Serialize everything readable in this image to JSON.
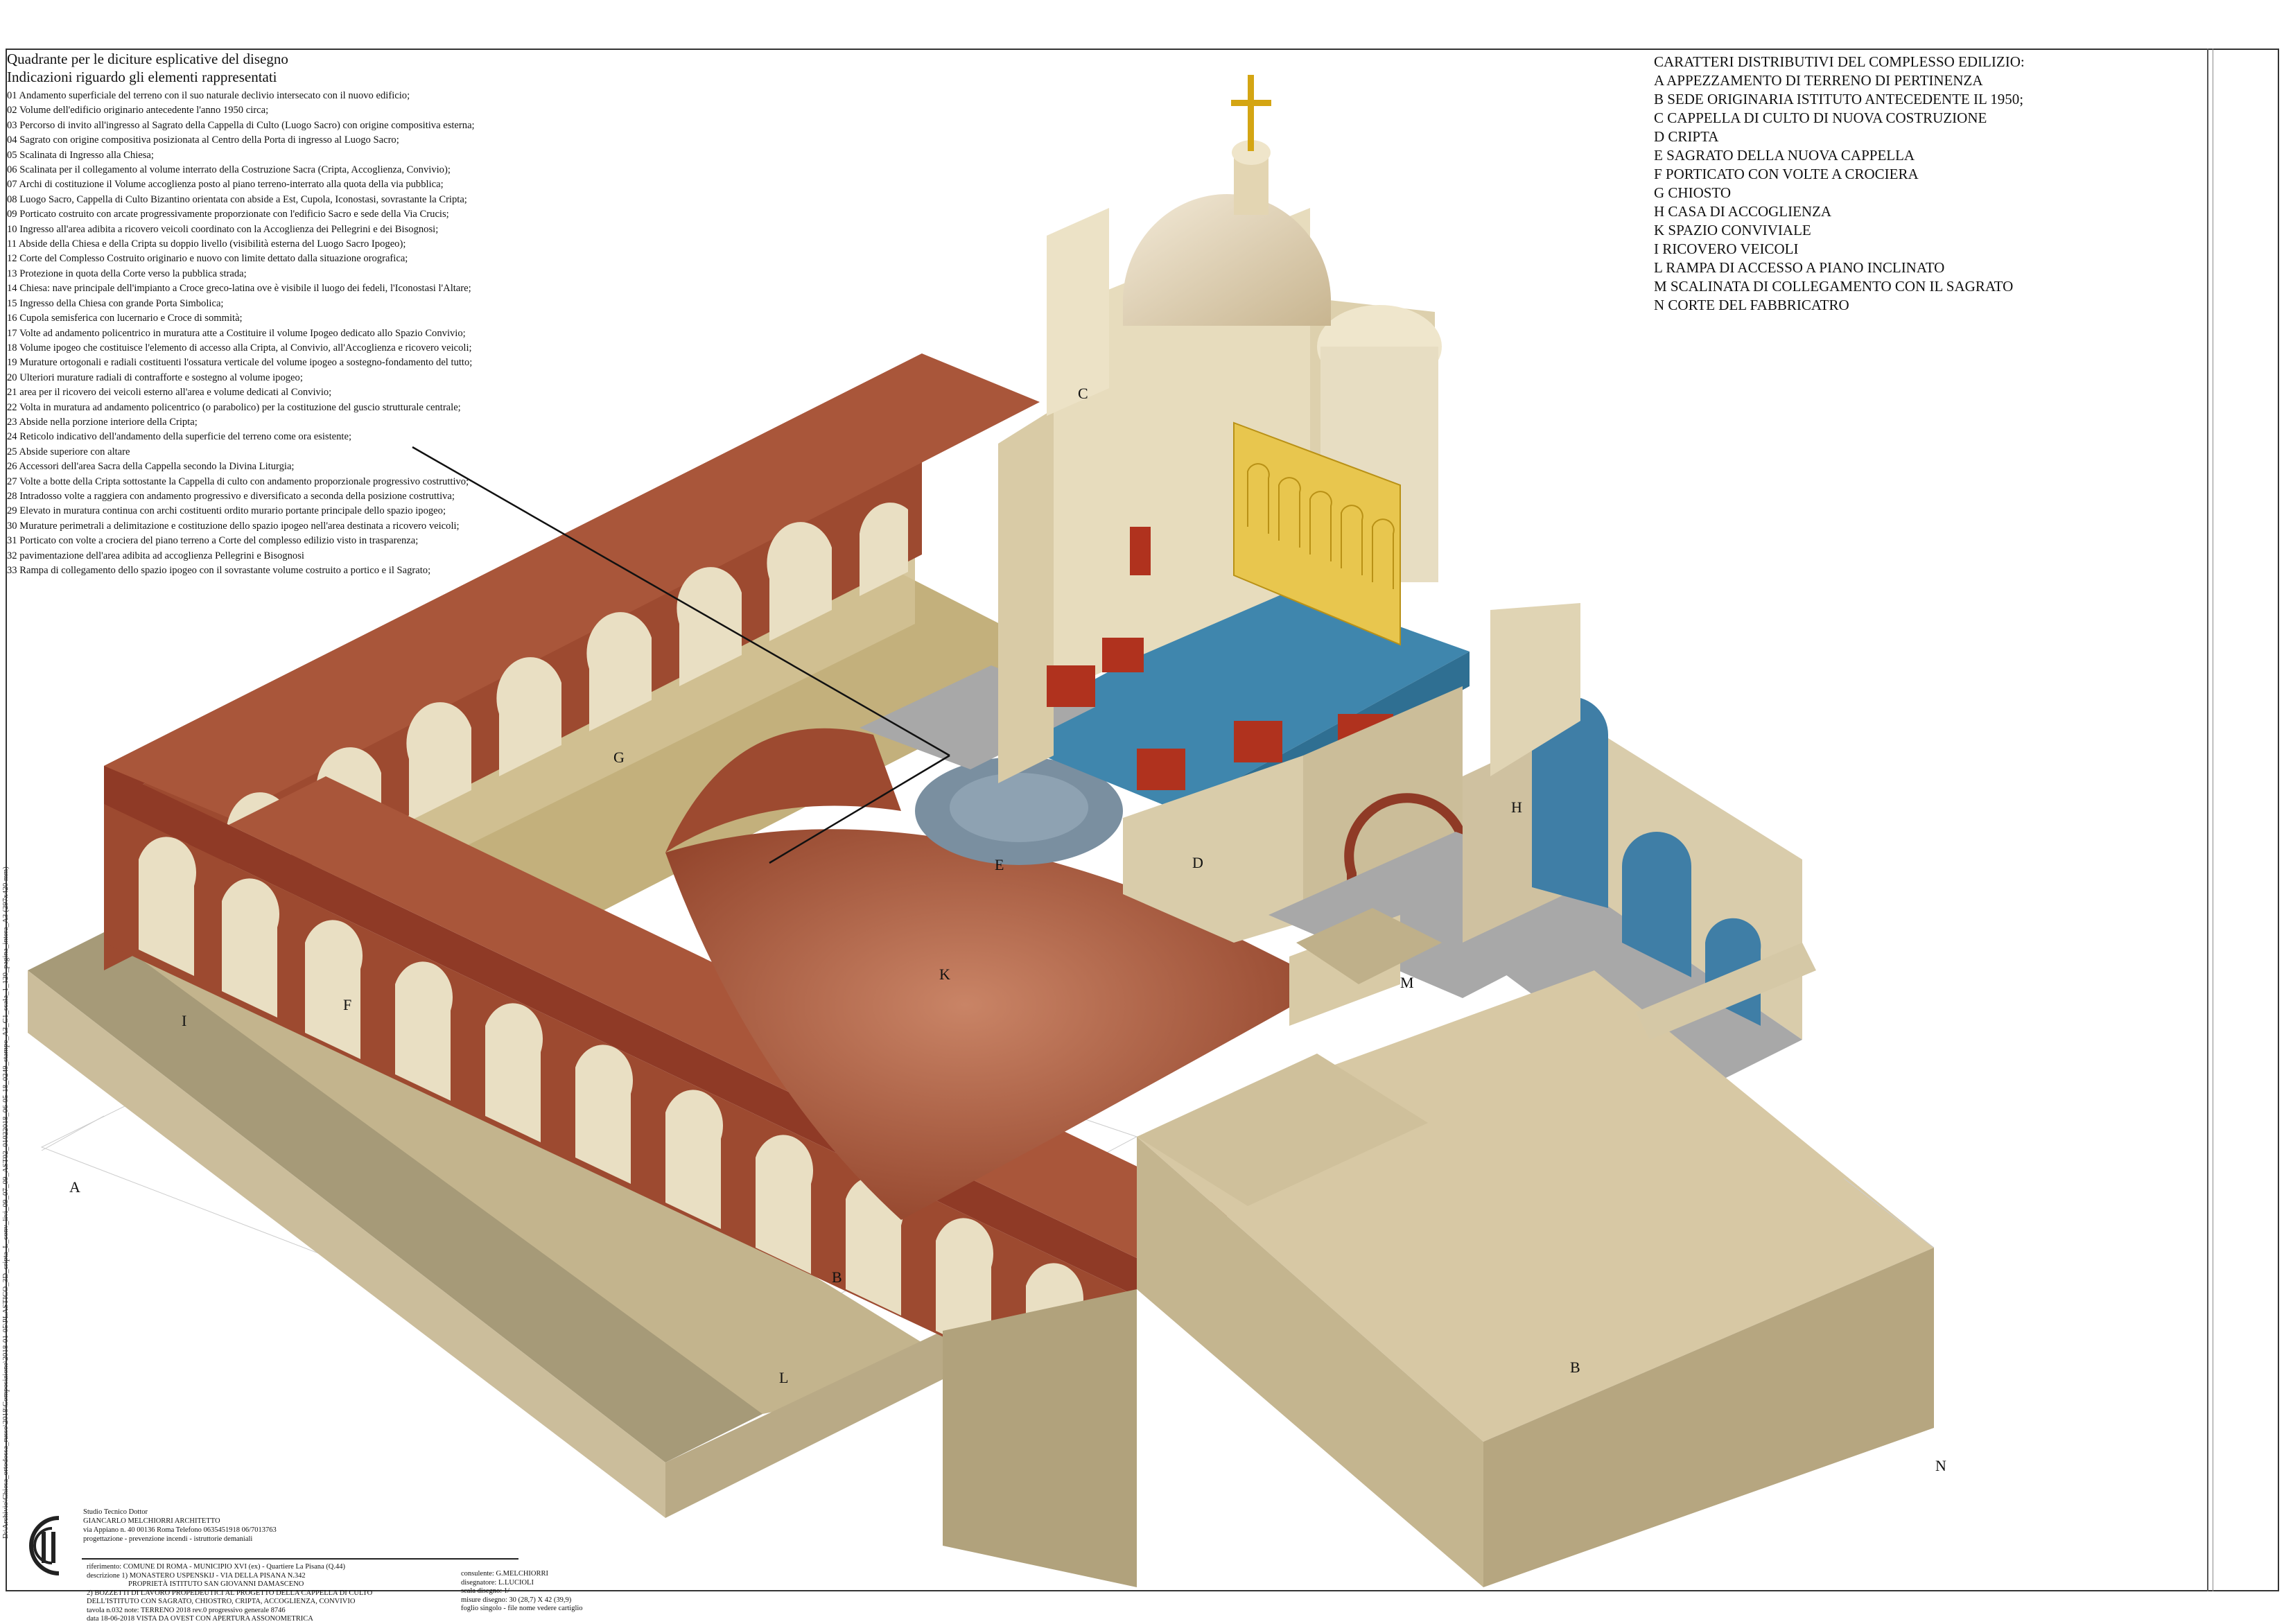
{
  "legend": {
    "title": "Quadrante per le diciture esplicative del disegno",
    "subtitle": "Indicazioni riguardo gli elementi rappresentati",
    "items": [
      "01 Andamento superficiale del terreno con il suo naturale declivio intersecato con il nuovo edificio;",
      "02 Volume dell'edificio originario antecedente l'anno 1950 circa;",
      "03 Percorso di invito all'ingresso al Sagrato della Cappella di Culto (Luogo Sacro) con origine compositiva esterna;",
      "04 Sagrato con origine compositiva posizionata al Centro della Porta di ingresso al Luogo Sacro;",
      "05 Scalinata di Ingresso alla Chiesa;",
      "06 Scalinata per il collegamento al volume interrato della Costruzione Sacra (Cripta, Accoglienza, Convivio);",
      "07 Archi di costituzione il Volume accoglienza posto al piano terreno-interrato alla quota della via pubblica;",
      "08 Luogo Sacro, Cappella di Culto Bizantino orientata con abside a Est, Cupola, Iconostasi, sovrastante la Cripta;",
      "09 Porticato costruito con arcate progressivamente proporzionate con l'edificio Sacro e sede della Via Crucis;",
      "10 Ingresso all'area adibita a ricovero veicoli coordinato con la Accoglienza dei Pellegrini e dei Bisognosi;",
      "11 Abside della Chiesa e della Cripta su doppio livello (visibilità esterna del Luogo Sacro Ipogeo);",
      "12 Corte del Complesso Costruito originario e nuovo con limite dettato dalla situazione orografica;",
      "13 Protezione in quota della Corte verso la pubblica strada;",
      "14 Chiesa: nave principale dell'impianto a Croce greco-latina ove è visibile il luogo dei fedeli, l'Iconostasi l'Altare;",
      "15 Ingresso della Chiesa con grande Porta Simbolica;",
      "16 Cupola semisferica con lucernario e Croce di sommità;",
      "17 Volte ad andamento policentrico in muratura atte a Costituire il volume Ipogeo dedicato allo Spazio Convivio;",
      "18 Volume ipogeo che costituisce l'elemento di accesso alla Cripta, al Convivio, all'Accoglienza e ricovero veicoli;",
      "19 Murature ortogonali e radiali costituenti l'ossatura verticale del volume ipogeo a sostegno-fondamento del tutto;",
      "20 Ulteriori murature radiali di contrafforte e sostegno al volume ipogeo;",
      "21 area per il ricovero dei veicoli esterno all'area e volume dedicati al Convivio;",
      "22 Volta in muratura ad andamento policentrico (o parabolico) per la costituzione del guscio strutturale centrale;",
      "23 Abside nella porzione interiore della Cripta;",
      "24 Reticolo indicativo dell'andamento della superficie del terreno come ora esistente;",
      "25 Abside superiore con altare",
      "26 Accessori dell'area Sacra della Cappella secondo la Divina Liturgia;",
      "27 Volte a botte della Cripta sottostante la Cappella di culto con andamento proporzionale progressivo costruttivo;",
      "28 Intradosso volte a raggiera con andamento progressivo e diversificato a seconda della posizione costruttiva;",
      "29 Elevato in muratura continua con archi costituenti ordito murario portante principale dello spazio ipogeo;",
      "30 Murature perimetrali a delimitazione e costituzione dello spazio ipogeo nell'area destinata a ricovero veicoli;",
      "31 Porticato con volte a crociera del piano terreno a Corte del complesso edilizio visto in trasparenza;",
      "32 pavimentazione dell'area adibita ad accoglienza Pellegrini e Bisognosi",
      "33 Rampa di collegamento dello spazio ipogeo con il sovrastante volume costruito a portico e il Sagrato;"
    ]
  },
  "right_legend": {
    "title": "CARATTERI DISTRIBUTIVI DEL COMPLESSO EDILIZIO:",
    "items": [
      "A APPEZZAMENTO DI TERRENO DI PERTINENZA",
      "B SEDE ORIGINARIA ISTITUTO ANTECEDENTE IL 1950;",
      "C CAPPELLA DI CULTO DI NUOVA COSTRUZIONE",
      "D CRIPTA",
      "E SAGRATO DELLA NUOVA CAPPELLA",
      "F PORTICATO CON VOLTE A CROCIERA",
      "G CHIOSTO",
      "H CASA DI ACCOGLIENZA",
      "K SPAZIO CONVIVIALE",
      "I RICOVERO VEICOLI",
      "L RAMPA DI ACCESSO A PIANO INCLINATO",
      "M SCALINATA DI COLLEGAMENTO CON IL SAGRATO",
      "N CORTE DEL FABBRICATRO"
    ]
  },
  "labels": {
    "A": "A",
    "B1": "B",
    "B2": "B",
    "C": "C",
    "D": "D",
    "E": "E",
    "F": "F",
    "G": "G",
    "H": "H",
    "I": "I",
    "K": "K",
    "L": "L",
    "M": "M",
    "N": "N"
  },
  "sidebar_path": "D:\\Archivio\\Chiesa_ortodossa_russo\\2018\\Composizione\\2018-01-05\\PLASTICO_3D_cripta_L_conv_livi_09_07_09_AST02_01022018_06-05-18_0249_stampe_A3_C1_scala_1_120_pagina_intera_A3 (297x420 mm)",
  "titleblock": {
    "studio": "Studio Tecnico Dottor",
    "architect": "GIANCARLO MELCHIORRI ARCHITETTO",
    "address": "via Appiano n. 40   00136 Roma   Telefono 0635451918 06/7013763",
    "services": "progettazione      -      prevenzione incendi      -      istruttorie demaniali",
    "riferimento": "riferimento:  COMUNE DI ROMA - MUNICIPIO XVI (ex) - Quartiere La Pisana (Q.44)",
    "descrizione": "descrizione 1) MONASTERO USPENSKIJ - VIA DELLA PISANA N.342",
    "proprieta": "PROPRIETÀ ISTITUTO SAN GIOVANNI DAMASCENO",
    "bozzetti": "2) BOZZETTI DI LAVORO PROPEDEUTICI AL PROGETTO DELLA CAPPELLA DI CULTO",
    "istituto": "DELL'ISTITUTO CON SAGRATO, CHIOSTRO, CRIPTA, ACCOGLIENZA, CONVIVIO",
    "tavola": "tavola n.032   note: TERRENO 2018 rev.0        progressivo generale 8746",
    "data": "data 18-06-2018      VISTA DA OVEST CON APERTURA ASSONOMETRICA",
    "consulente": "consulente: G.MELCHIORRI",
    "disegnatore": "disegnatore: L.LUCIOLI",
    "scala": "scala disegno: 1/",
    "misure": "misure disegno: 30 (28,7) X 42 (39,9)",
    "foglio": "foglio singolo - file nome vedere cartiglio"
  }
}
